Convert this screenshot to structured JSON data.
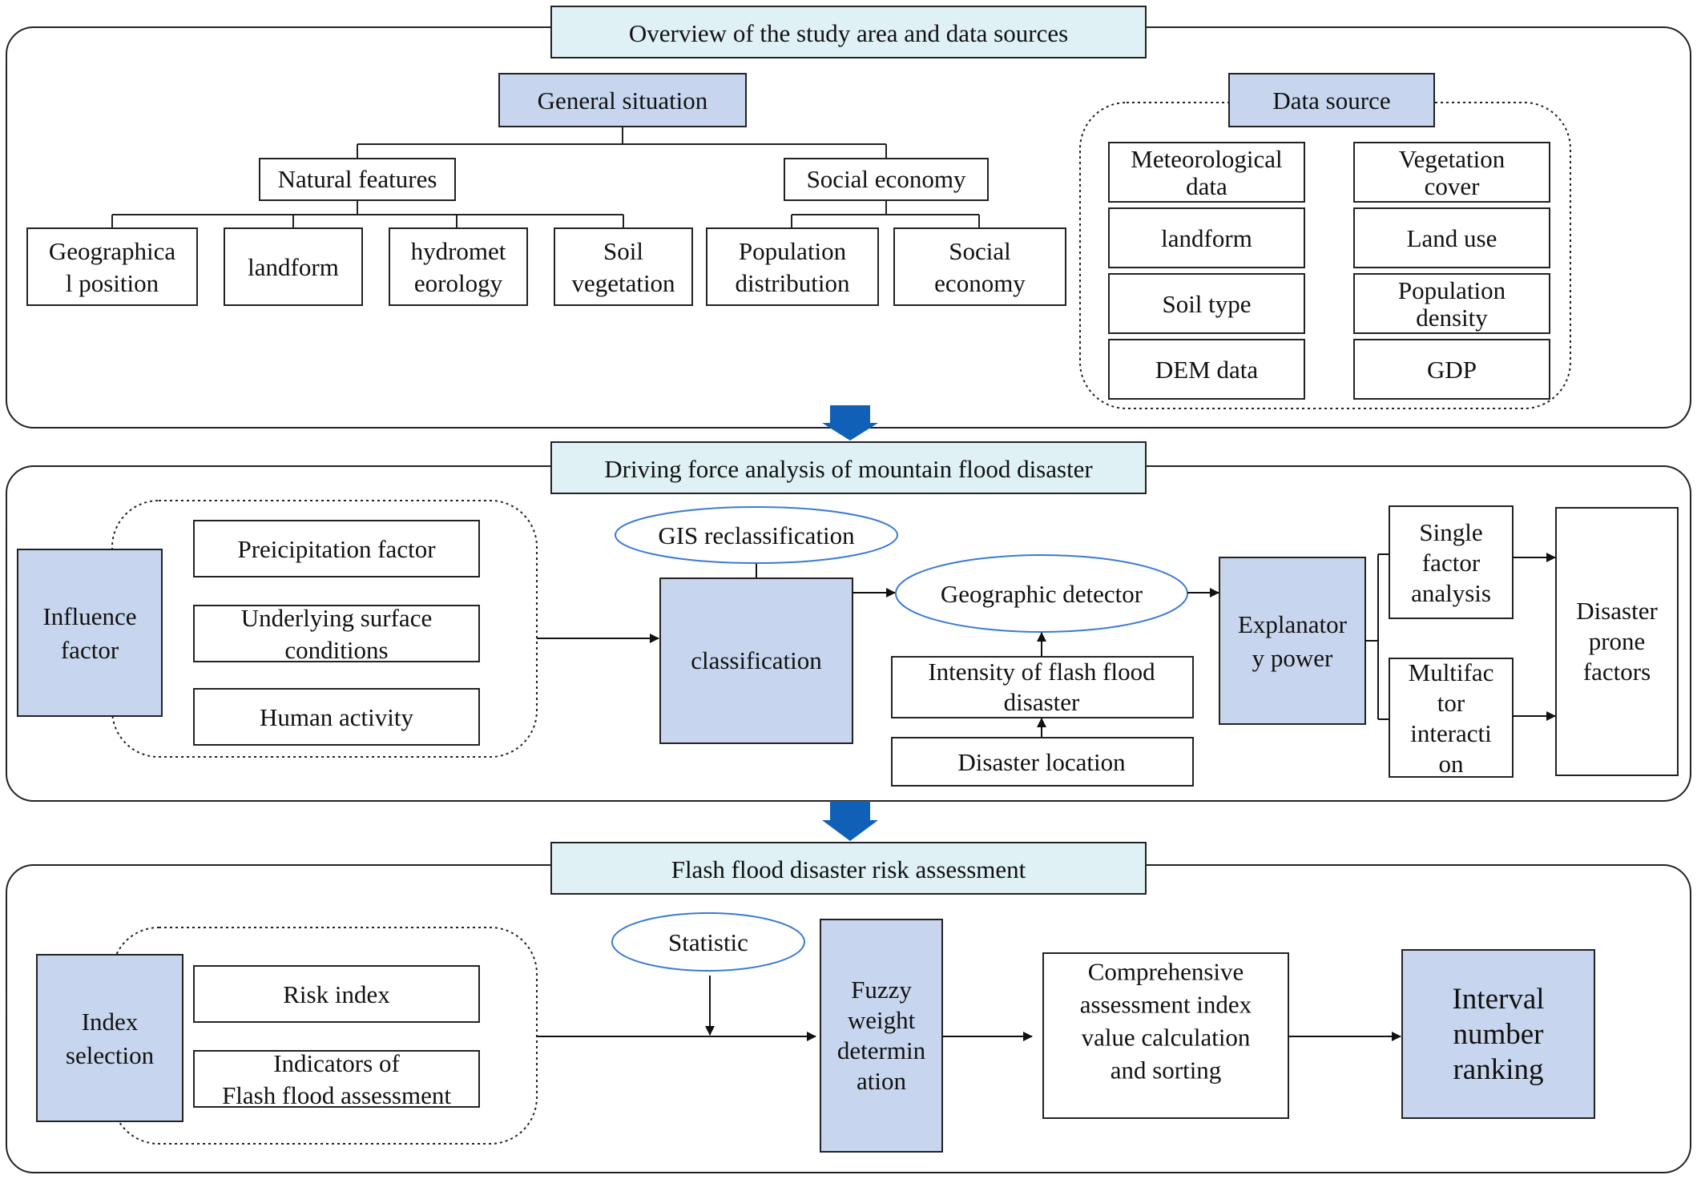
{
  "colors": {
    "title_fill": "#dff1f5",
    "blue_fill": "#c7d6ee",
    "ellipse_stroke": "#3a7ad6",
    "arrow_fill": "#1060b8",
    "stroke": "#222222"
  },
  "section1": {
    "title": "Overview of the study area and data sources",
    "general_situation": "General situation",
    "natural_features": "Natural features",
    "social_economy": "Social economy",
    "natural_items": [
      [
        "Geographica",
        "l position"
      ],
      [
        "landform"
      ],
      [
        "hydromet",
        "eorology"
      ],
      [
        "Soil",
        "vegetation"
      ]
    ],
    "social_items": [
      [
        "Population",
        "distribution"
      ],
      [
        "Social",
        "economy"
      ]
    ],
    "data_source": {
      "title": "Data source",
      "items": [
        [
          "Meteorological",
          "data"
        ],
        [
          "Vegetation",
          "cover"
        ],
        [
          "landform"
        ],
        [
          "Land use"
        ],
        [
          "Soil type"
        ],
        [
          "Population",
          "density"
        ],
        [
          "DEM data"
        ],
        [
          "GDP"
        ]
      ]
    }
  },
  "section2": {
    "title": "Driving force analysis of mountain flood disaster",
    "influence_factor": [
      "Influence",
      "factor"
    ],
    "factors": [
      [
        "Preicipitation factor"
      ],
      [
        "Underlying surface",
        "conditions"
      ],
      [
        "Human activity"
      ]
    ],
    "gis_reclassification": "GIS reclassification",
    "classification": "classification",
    "geographic_detector": "Geographic detector",
    "intensity": [
      "Intensity of flash flood",
      "disaster"
    ],
    "disaster_location": "Disaster location",
    "explanatory_power": [
      "Explanator",
      "y power"
    ],
    "single_factor": [
      "Single",
      "factor",
      "analysis"
    ],
    "multifactor": [
      "Multifac",
      "tor",
      "interacti",
      "on"
    ],
    "disaster_prone": [
      "Disaster",
      "prone",
      "factors"
    ]
  },
  "section3": {
    "title": "Flash flood disaster risk assessment",
    "index_selection": [
      "Index",
      "selection"
    ],
    "indices": [
      [
        "Risk index"
      ],
      [
        "Indicators of",
        "Flash flood assessment"
      ]
    ],
    "statistic": "Statistic",
    "fuzzy_weight": [
      "Fuzzy",
      "weight",
      "determin",
      "ation"
    ],
    "comprehensive": [
      "Comprehensive",
      "assessment index",
      "value calculation",
      "and sorting"
    ],
    "interval_ranking": [
      "Interval",
      "number",
      "ranking"
    ]
  }
}
